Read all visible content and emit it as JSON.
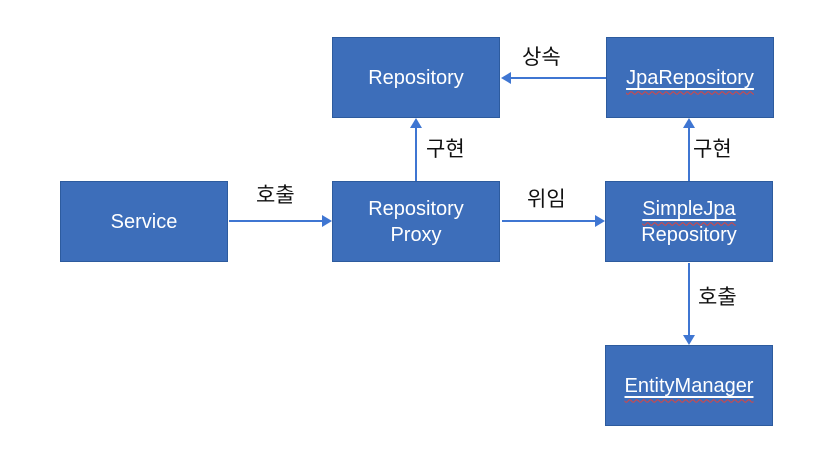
{
  "colors": {
    "background": "#FFFFFF",
    "node_fill": "#3D6EBA",
    "node_border": "#2D5B9E",
    "node_text": "#FFFFFF",
    "arrow": "#3F76D2",
    "edge_label_text": "#111111",
    "underline": "#FFFFFF",
    "spellcheck": "#E0443C"
  },
  "nodes": {
    "repository": {
      "label": "Repository"
    },
    "jpa_repository": {
      "label": "JpaRepository"
    },
    "service": {
      "label": "Service"
    },
    "repository_proxy": {
      "line1": "Repository",
      "line2": "Proxy"
    },
    "simple_jpa_repository": {
      "line1": "SimpleJpa",
      "line2": "Repository"
    },
    "entity_manager": {
      "label": "EntityManager"
    }
  },
  "edges": {
    "service_to_proxy": {
      "label": "호출",
      "direction": "right"
    },
    "proxy_to_repository": {
      "label": "구현",
      "direction": "up"
    },
    "jpa_to_repository": {
      "label": "상속",
      "direction": "left"
    },
    "proxy_to_simple_jpa": {
      "label": "위임",
      "direction": "right"
    },
    "simple_jpa_to_jpa": {
      "label": "구현",
      "direction": "up"
    },
    "simple_jpa_to_entity_manager": {
      "label": "호출",
      "direction": "down"
    }
  }
}
